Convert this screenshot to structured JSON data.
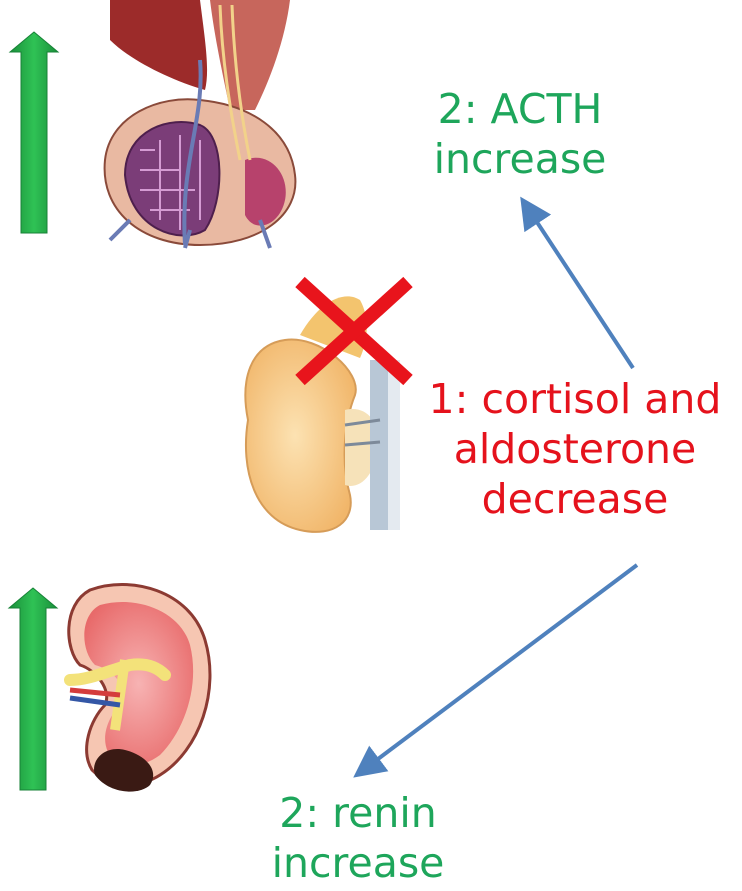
{
  "labels": {
    "acth": {
      "line1": "2: ACTH",
      "line2": "increase",
      "color": "#1ea65b"
    },
    "cortisol": {
      "line1": "1: cortisol and",
      "line2": "aldosterone",
      "line3": "decrease",
      "color": "#e5121c"
    },
    "renin": {
      "line1": "2: renin",
      "line2": "increase",
      "color": "#1ea65b"
    }
  },
  "colors": {
    "up_arrow": "#22a84a",
    "flow_arrow": "#4f81bd",
    "cross": "#e8141c"
  },
  "icons": [
    "pituitary-gland-illustration",
    "adrenal-kidney-illustration",
    "kidney-cross-section-illustration",
    "up-arrow-icon",
    "cross-icon"
  ]
}
